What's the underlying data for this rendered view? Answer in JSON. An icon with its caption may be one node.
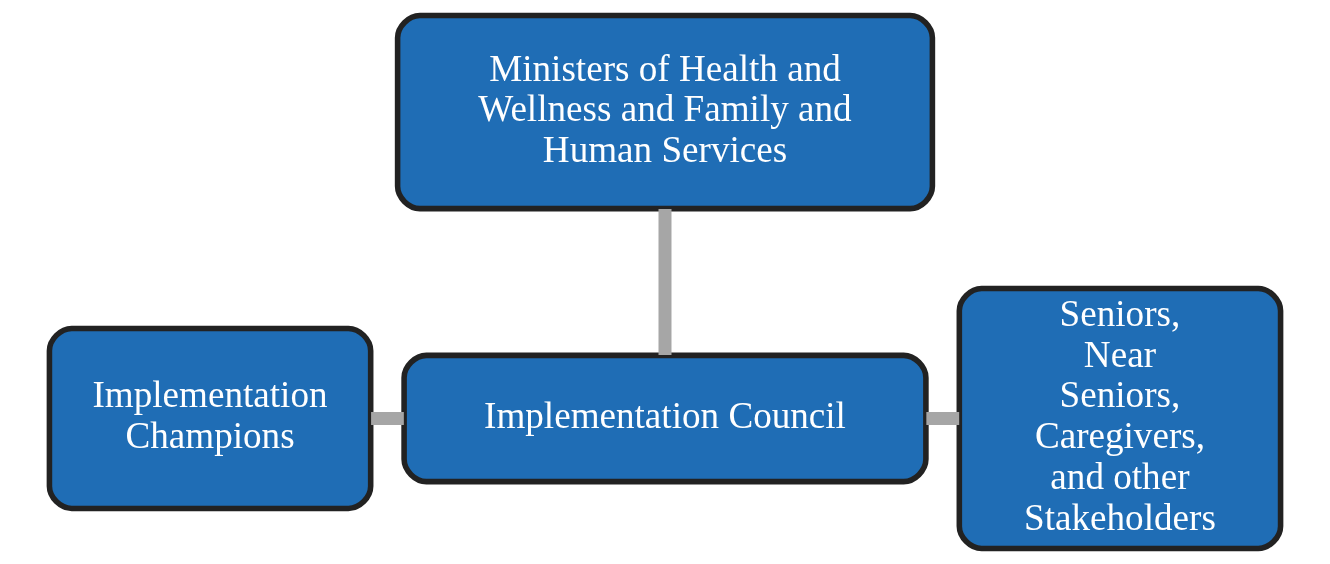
{
  "diagram": {
    "nodes": [
      {
        "text": [
          "Ministers of Health and Wellness and Family and Human Services"
        ]
      },
      {
        "text": [
          "Implementation Champions"
        ]
      },
      {
        "text": [
          "Implementation Council"
        ]
      },
      {
        "text": [
          "Seniors, Near Seniors, Caregivers, and other Stakeholders"
        ]
      }
    ],
    "edges": [
      {
        "from": 0,
        "to": 2,
        "arrow": "none"
      },
      {
        "from": 1,
        "to": 2,
        "arrow": "none"
      },
      {
        "from": 2,
        "to": 3,
        "arrow": "none"
      }
    ]
  }
}
